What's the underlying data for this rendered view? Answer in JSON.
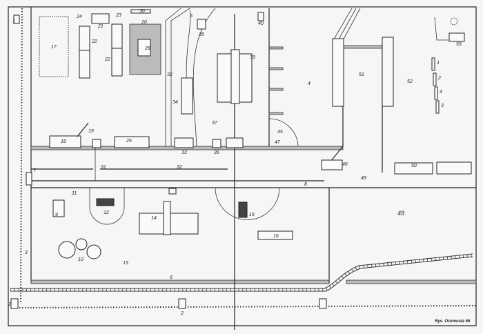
{
  "map": {
    "signature": "Rys. Ozomusla 66",
    "labels": {
      "l1": "1",
      "l17": "17",
      "l24": "24",
      "l21top": "21",
      "l23": "23",
      "l30": "30",
      "l22a": "22",
      "l22b": "22",
      "l26": "26",
      "l20": "20",
      "l35": "35",
      "l5": "5",
      "l32road": "32",
      "l34": "34",
      "l18": "18",
      "l19": "19",
      "l25": "25",
      "l33": "33",
      "l36": "36",
      "l37": "37",
      "l39": "39",
      "l40": "40",
      "l31": "31",
      "l32": "32",
      "l4": "4",
      "l45": "45",
      "l47": "47",
      "l51": "51",
      "l52": "52",
      "l53": "53",
      "l46": "46",
      "l50": "50",
      "l49": "49",
      "l8": "8",
      "l7": "7",
      "l11": "11",
      "l9": "9",
      "l12": "12",
      "l14": "14",
      "l13": "13",
      "l10": "10",
      "l16": "16",
      "l15": "15",
      "l48": "48",
      "l6": "6",
      "l2a": "2",
      "l2b": "2",
      "l3": "3",
      "lpole1": "1",
      "lpole2": "2",
      "lpole3": "4",
      "lpole4": "3"
    }
  }
}
